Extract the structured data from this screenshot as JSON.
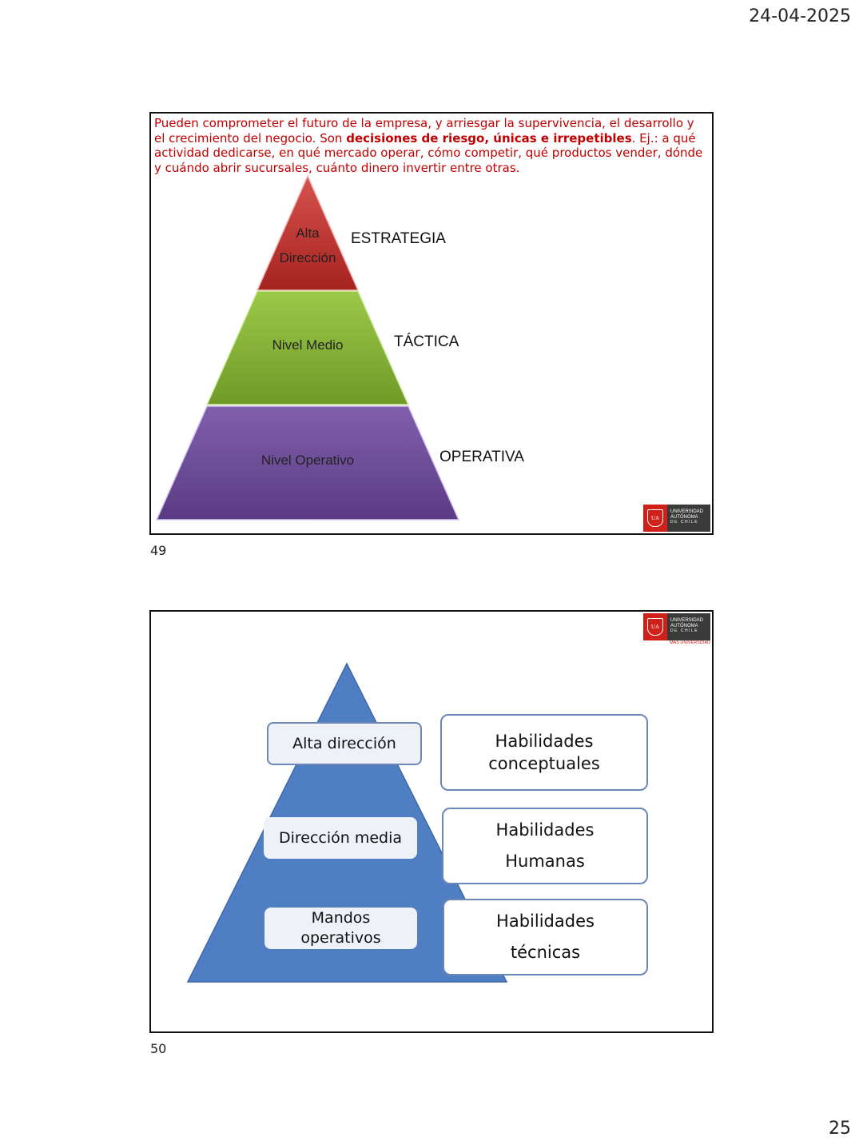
{
  "header": {
    "date": "24-04-2025"
  },
  "footer": {
    "page_number": "25"
  },
  "slide49": {
    "number": "49",
    "intro_part1": "Pueden comprometer el futuro de la empresa, y arriesgar la supervivencia, el desarrollo y el crecimiento del negocio. Son ",
    "intro_bold": "decisiones de riesgo, únicas e irrepetibles",
    "intro_part2": ". Ej.: a qué actividad dedicarse, en qué mercado operar, cómo competir, qué productos vender, dónde y cuándo abrir sucursales, cuánto dinero invertir entre otras.",
    "levels": [
      {
        "line1": "Alta",
        "line2": "Dirección",
        "type": "ESTRATEGIA",
        "color": "#b9322f"
      },
      {
        "label": "Nivel Medio",
        "type": "TÁCTICA",
        "color": "#8cb83a"
      },
      {
        "label": "Nivel Operativo",
        "type": "OPERATIVA",
        "color": "#6c4a96"
      }
    ],
    "logo": {
      "initials": "UA",
      "line1": "UNIVERSIDAD",
      "line2": "AUTÓNOMA",
      "line3": "DE CHILE"
    }
  },
  "slide50": {
    "number": "50",
    "triangle_color": "#4f7fc2",
    "logo": {
      "initials": "UA",
      "line1": "UNIVERSIDAD",
      "line2": "AUTÓNOMA",
      "line3": "DE CHILE",
      "tagline": "MÁS UNIVERSIDAD"
    },
    "levels": [
      {
        "label": "Alta dirección"
      },
      {
        "label": "Dirección media"
      },
      {
        "line1": "Mandos",
        "line2": "operativos"
      }
    ],
    "skills": [
      {
        "line1": "Habilidades",
        "line2": "conceptuales"
      },
      {
        "line1": "Habilidades",
        "line2": "Humanas"
      },
      {
        "line1": "Habilidades",
        "line2": "técnicas"
      }
    ]
  }
}
